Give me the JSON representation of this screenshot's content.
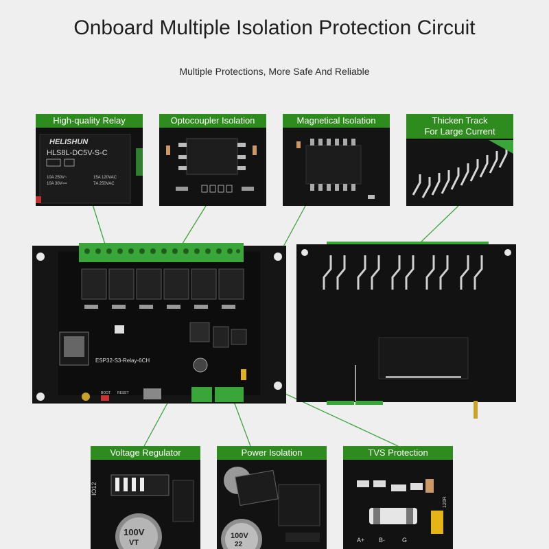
{
  "title": "Onboard Multiple Isolation Protection Circuit",
  "subtitle": "Multiple Protections, More Safe And Reliable",
  "cards": {
    "relay": {
      "title": "High-quality Relay",
      "brand": "HELISHUN",
      "model": "HLS8L-DC5V-S-C",
      "rating_left_1": "10A 250V~",
      "rating_left_2": "10A  30V==",
      "rating_right_1": "15A 120VAC",
      "rating_right_2": "7A 250VAC"
    },
    "optocoupler": {
      "title": "Optocoupler Isolation"
    },
    "magnetic": {
      "title": "Magnetical Isolation"
    },
    "track": {
      "title_line1": "Thicken Track",
      "title_line2": "For Large Current"
    },
    "regulator": {
      "title": "Voltage Regulator",
      "silk_label": "IO12",
      "cap_line1": "100V",
      "cap_line2": "VT"
    },
    "power": {
      "title": "Power Isolation",
      "cap_line1": "100V",
      "cap_line2": "22"
    },
    "tvs": {
      "title": "TVS Protection",
      "pin_a": "A+",
      "pin_b": "B-",
      "pin_g": "G",
      "silk_r": "120R"
    }
  },
  "board": {
    "model": "ESP32-S3-Relay-6CH",
    "boot": "BOOT",
    "reset": "RESET"
  },
  "colors": {
    "accent": "#2e8b1e",
    "terminal": "#3aa63a",
    "board": "#111111"
  }
}
